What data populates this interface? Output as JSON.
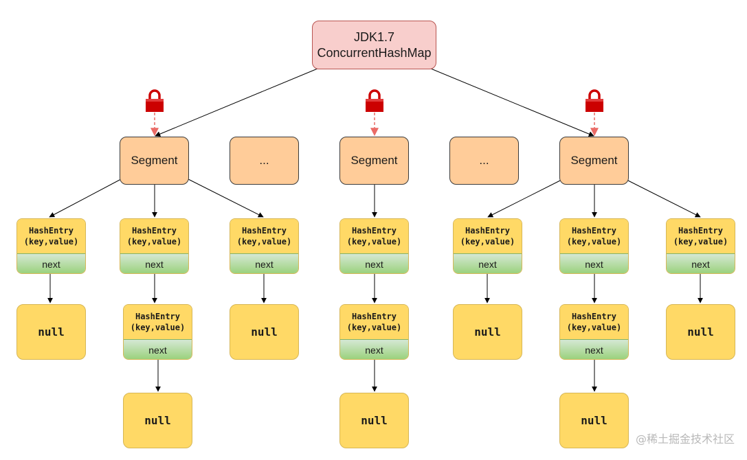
{
  "root": {
    "line1": "JDK1.7",
    "line2": "ConcurrentHashMap"
  },
  "segment_label": "Segment",
  "ellipsis_label": "...",
  "hash_entry": {
    "title": "HashEntry",
    "kv": "(key,value)",
    "next": "next"
  },
  "null_label": "null",
  "watermark": "@稀土掘金技术社区",
  "colors": {
    "root_fill": "#f8cecc",
    "root_border": "#b85450",
    "segment_fill": "#ffcc99",
    "entry_fill": "#ffd966",
    "next_fill": "#97d077",
    "lock": "#cc0000",
    "lock_arrow": "#ea6b66"
  },
  "icons": [
    "lock-icon"
  ]
}
